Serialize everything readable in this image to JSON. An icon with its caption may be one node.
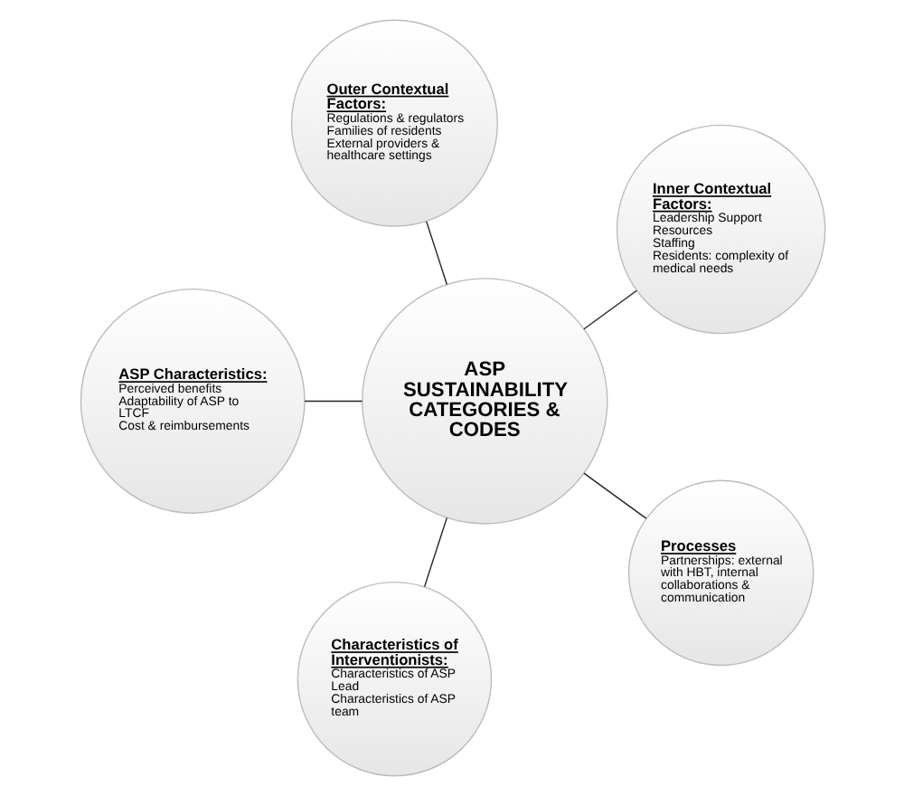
{
  "diagram": {
    "nodes": [
      {
        "text": [
          "ASP SUSTAINABILITY CATEGORIES & CODES"
        ]
      },
      {
        "text": [
          "Inner Contextual Factors:",
          "Leadership Support Resources",
          "Staffing",
          "Residents: complexity of medical needs"
        ]
      },
      {
        "text": [
          "Outer Contextual Factors:",
          "Regulations & regulators",
          "Families of residents",
          "External providers & healthcare settings"
        ]
      },
      {
        "text": [
          "ASP Characteristics:",
          "Perceived benefits",
          "Adaptability of ASP to LTCF",
          "Cost & reimbursements"
        ]
      },
      {
        "text": [
          "Characteristics of Interventionists:",
          "Characteristics of ASP Lead",
          "Characteristics of ASP team"
        ]
      },
      {
        "text": [
          "Processes",
          "Partnerships: external with HBT, internal collaborations & communication"
        ]
      }
    ],
    "edges": [
      {
        "from": 0,
        "to": 1,
        "arrow": "none"
      },
      {
        "from": 0,
        "to": 2,
        "arrow": "none"
      },
      {
        "from": 0,
        "to": 3,
        "arrow": "none"
      },
      {
        "from": 0,
        "to": 4,
        "arrow": "none"
      },
      {
        "from": 0,
        "to": 5,
        "arrow": "none"
      }
    ]
  }
}
